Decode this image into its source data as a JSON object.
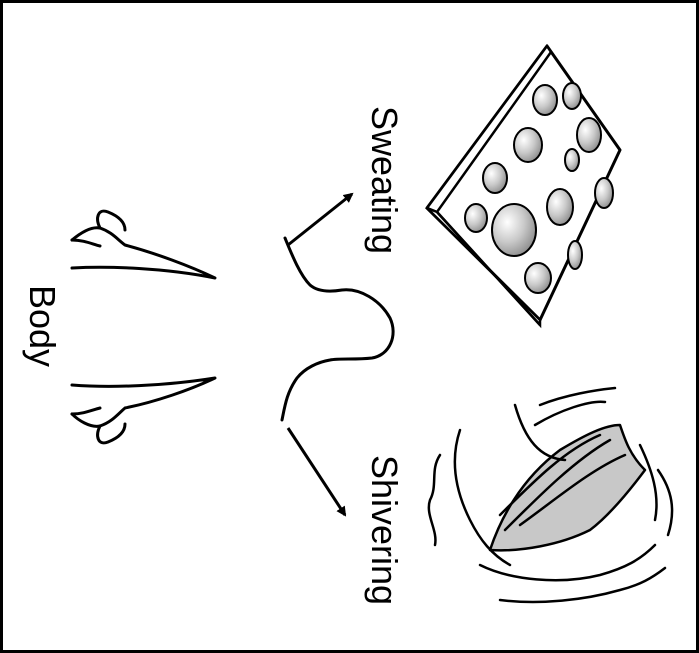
{
  "labels": {
    "body": "Body",
    "sweating": "Sweating",
    "shivering": "Shivering"
  },
  "colors": {
    "stroke": "#000000",
    "muscle_fill": "#c8c8c8",
    "droplet_fill": "#bdbdbd",
    "background": "#ffffff"
  },
  "icons": {
    "body": "human-silhouette",
    "sweating": "skin-with-sweat-droplets",
    "shivering": "shivering-muscle"
  }
}
